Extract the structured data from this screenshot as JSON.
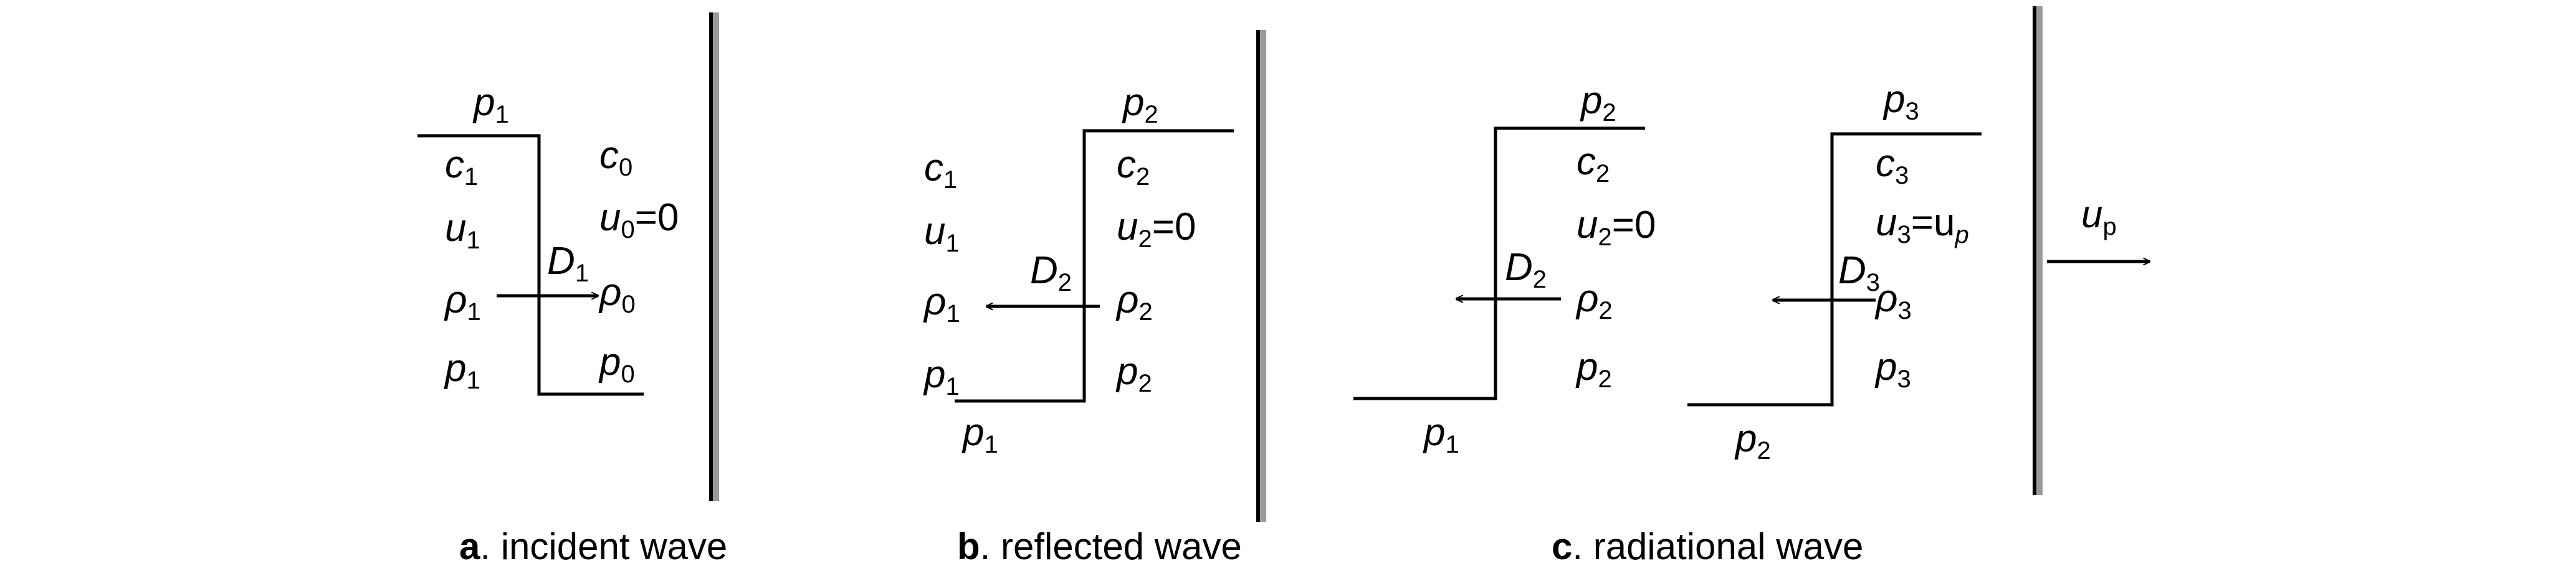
{
  "panels": {
    "a": {
      "caption_letter": "a",
      "caption_text": ". incident wave",
      "top_label": {
        "sym": "p",
        "sub": "1"
      },
      "left": [
        {
          "sym": "c",
          "sub": "1"
        },
        {
          "sym": "u",
          "sub": "1"
        },
        {
          "sym": "ρ",
          "sub": "1"
        },
        {
          "sym": "p",
          "sub": "1"
        }
      ],
      "right": [
        {
          "sym": "c",
          "sub": "0",
          "tail": ""
        },
        {
          "sym": "u",
          "sub": "0",
          "tail": "=0"
        },
        {
          "sym": "ρ",
          "sub": "0",
          "tail": ""
        },
        {
          "sym": "p",
          "sub": "0",
          "tail": ""
        }
      ],
      "front": {
        "sym": "D",
        "sub": "1"
      }
    },
    "b": {
      "caption_letter": "b",
      "caption_text": ". reflected wave",
      "top_label": {
        "sym": "p",
        "sub": "2"
      },
      "bottom_label": {
        "sym": "p",
        "sub": "1"
      },
      "left": [
        {
          "sym": "c",
          "sub": "1"
        },
        {
          "sym": "u",
          "sub": "1"
        },
        {
          "sym": "ρ",
          "sub": "1"
        },
        {
          "sym": "p",
          "sub": "1"
        }
      ],
      "right": [
        {
          "sym": "c",
          "sub": "2",
          "tail": ""
        },
        {
          "sym": "u",
          "sub": "2",
          "tail": "=0"
        },
        {
          "sym": "ρ",
          "sub": "2",
          "tail": ""
        },
        {
          "sym": "p",
          "sub": "2",
          "tail": ""
        }
      ],
      "front": {
        "sym": "D",
        "sub": "2"
      }
    },
    "c": {
      "caption_letter": "c",
      "caption_text": ". radiational wave",
      "profile1": {
        "top_label": {
          "sym": "p",
          "sub": "2"
        },
        "bottom_label": {
          "sym": "p",
          "sub": "1"
        },
        "right": [
          {
            "sym": "c",
            "sub": "2",
            "tail": ""
          },
          {
            "sym": "u",
            "sub": "2",
            "tail": "=0"
          },
          {
            "sym": "ρ",
            "sub": "2",
            "tail": ""
          },
          {
            "sym": "p",
            "sub": "2",
            "tail": ""
          }
        ],
        "front": {
          "sym": "D",
          "sub": "2"
        }
      },
      "profile2": {
        "top_label": {
          "sym": "p",
          "sub": "3"
        },
        "bottom_label": {
          "sym": "p",
          "sub": "2"
        },
        "right": [
          {
            "sym": "c",
            "sub": "3",
            "tail": ""
          },
          {
            "sym": "u",
            "sub": "3",
            "tail": "=u",
            "tail_sub": "p"
          },
          {
            "sym": "ρ",
            "sub": "3",
            "tail": ""
          },
          {
            "sym": "p",
            "sub": "3",
            "tail": ""
          }
        ],
        "front": {
          "sym": "D",
          "sub": "3"
        }
      },
      "wall_velocity": {
        "sym": "u",
        "sub": "p"
      }
    }
  }
}
